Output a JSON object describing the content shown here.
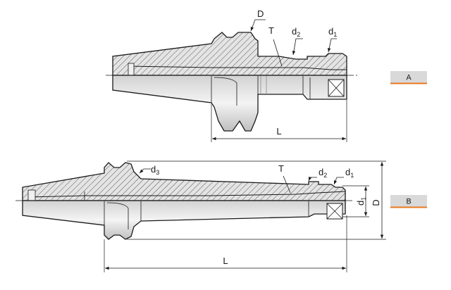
{
  "figure_a": {
    "labels": {
      "D": "D",
      "T": "T",
      "d2": "d",
      "d2_sub": "2",
      "d1": "d",
      "d1_sub": "1",
      "L": "L"
    },
    "badge": "A"
  },
  "figure_b": {
    "labels": {
      "d3": "d",
      "d3_sub": "3",
      "T": "T",
      "d2": "d",
      "d2_sub": "2",
      "d1": "d",
      "d1_sub": "1",
      "d1_side": "d",
      "d1_side_sub": "1",
      "D_side": "D",
      "L": "L"
    },
    "badge": "B"
  },
  "colors": {
    "outline": "#1a1a1a",
    "body_fill": "#e2e2e2",
    "hatch": "#555555",
    "badge_bg": "#d9d9d9",
    "badge_line": "#e8781e"
  }
}
